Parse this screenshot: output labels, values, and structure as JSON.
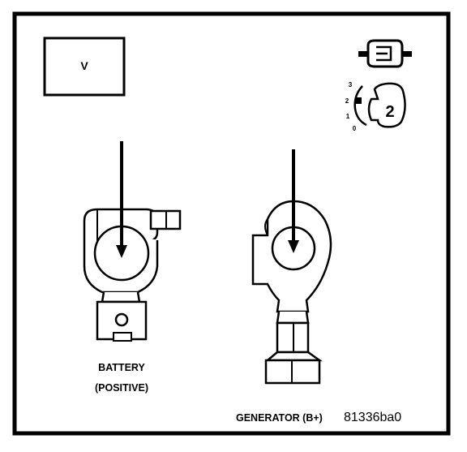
{
  "meter": {
    "label": "V"
  },
  "switch_scale": {
    "ticks": [
      "3",
      "2",
      "1",
      "0"
    ],
    "setting": "2"
  },
  "battery": {
    "line1": "BATTERY",
    "line2": "(POSITIVE)"
  },
  "generator": {
    "label": "GENERATOR (B+)"
  },
  "figure_code": "81336ba0"
}
